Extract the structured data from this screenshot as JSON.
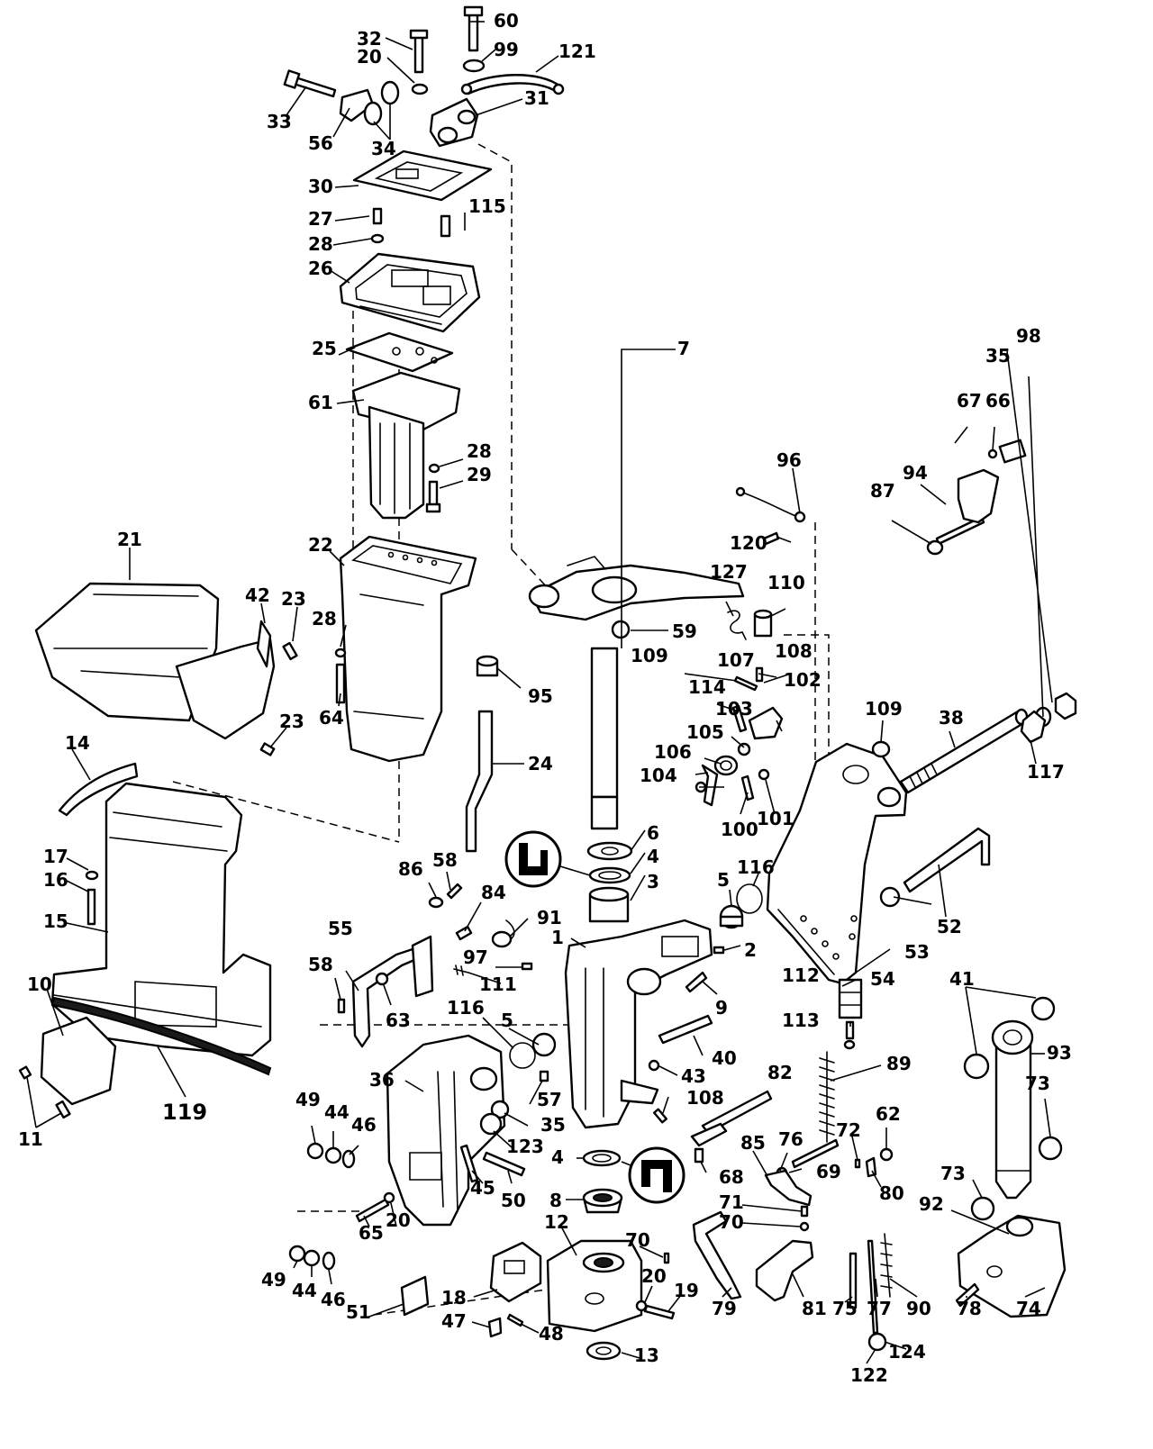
{
  "callouts": {
    "n1": "1",
    "n2": "2",
    "n3": "3",
    "n4a": "4",
    "n4b": "4",
    "n5a": "5",
    "n5b": "5",
    "n6": "6",
    "n7": "7",
    "n8": "8",
    "n9": "9",
    "n10": "10",
    "n11": "11",
    "n12": "12",
    "n13": "13",
    "n14": "14",
    "n15": "15",
    "n16": "16",
    "n17": "17",
    "n18": "18",
    "n19": "19",
    "n20a": "20",
    "n20b": "20",
    "n20c": "20",
    "n21": "21",
    "n22": "22",
    "n23a": "23",
    "n23b": "23",
    "n24": "24",
    "n25": "25",
    "n26": "26",
    "n27": "27",
    "n28a": "28",
    "n28b": "28",
    "n28c": "28",
    "n29": "29",
    "n30": "30",
    "n31": "31",
    "n32": "32",
    "n33": "33",
    "n34": "34",
    "n35a": "35",
    "n35b": "35",
    "n36": "36",
    "n38": "38",
    "n40": "40",
    "n41": "41",
    "n42": "42",
    "n43": "43",
    "n44a": "44",
    "n44b": "44",
    "n45": "45",
    "n46a": "46",
    "n46b": "46",
    "n47": "47",
    "n48": "48",
    "n49a": "49",
    "n49b": "49",
    "n50": "50",
    "n51": "51",
    "n52": "52",
    "n53": "53",
    "n54": "54",
    "n55": "55",
    "n56": "56",
    "n57": "57",
    "n58a": "58",
    "n58b": "58",
    "n59": "59",
    "n60": "60",
    "n61": "61",
    "n62": "62",
    "n63": "63",
    "n64": "64",
    "n65": "65",
    "n66": "66",
    "n67": "67",
    "n68": "68",
    "n69": "69",
    "n70a": "70",
    "n70b": "70",
    "n71": "71",
    "n72": "72",
    "n73a": "73",
    "n73b": "73",
    "n74": "74",
    "n75": "75",
    "n76": "76",
    "n77": "77",
    "n78": "78",
    "n79": "79",
    "n80": "80",
    "n81": "81",
    "n82": "82",
    "n84": "84",
    "n85": "85",
    "n86": "86",
    "n87": "87",
    "n89": "89",
    "n90": "90",
    "n91": "91",
    "n92": "92",
    "n93": "93",
    "n94": "94",
    "n95": "95",
    "n96": "96",
    "n97": "97",
    "n98": "98",
    "n99": "99",
    "n100": "100",
    "n101": "101",
    "n102": "102",
    "n103": "103",
    "n104": "104",
    "n105": "105",
    "n106": "106",
    "n107": "107",
    "n108a": "108",
    "n108b": "108",
    "n109a": "109",
    "n109b": "109",
    "n110": "110",
    "n111": "111",
    "n112": "112",
    "n113": "113",
    "n114": "114",
    "n115": "115",
    "n116a": "116",
    "n116b": "116",
    "n117": "117",
    "n119": "119",
    "n120": "120",
    "n121": "121",
    "n122": "122",
    "n123": "123",
    "n124": "124",
    "n127": "127"
  },
  "symbols": [
    {
      "name": "sealant-symbol-upper",
      "icon": "lubricant-symbol"
    },
    {
      "name": "sealant-symbol-lower",
      "icon": "lubricant-symbol"
    }
  ]
}
